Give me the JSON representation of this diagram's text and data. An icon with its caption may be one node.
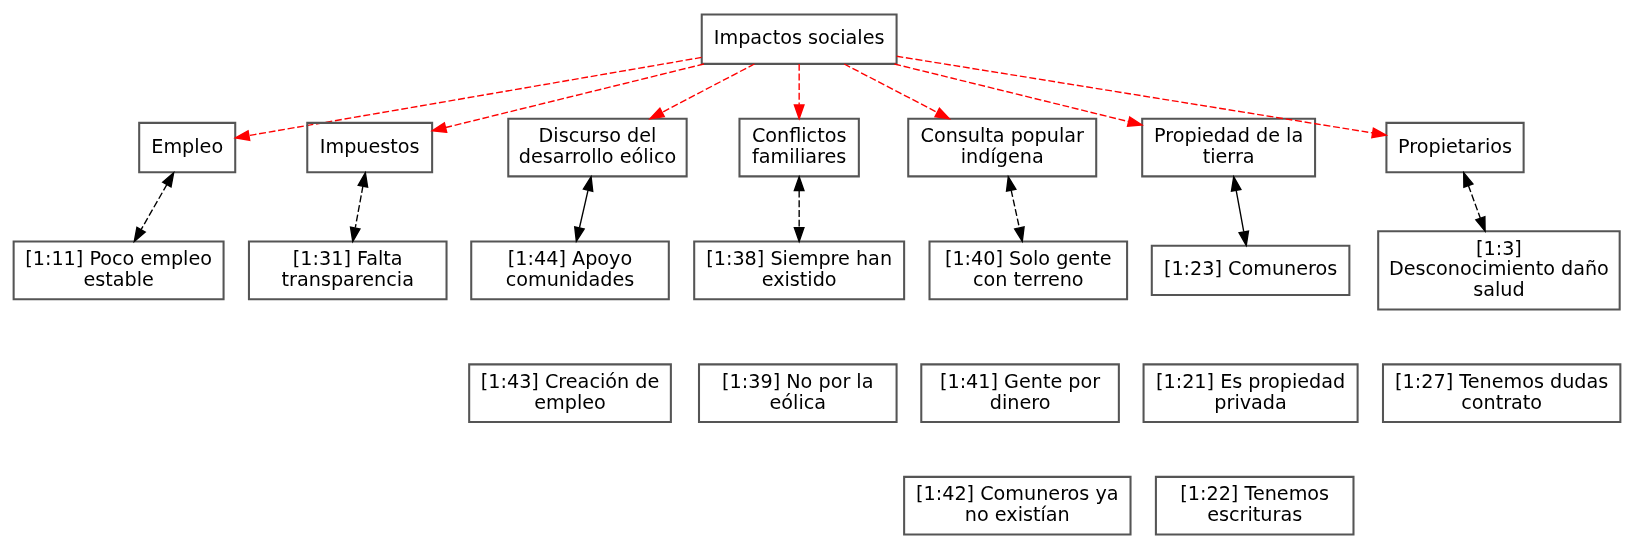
{
  "diagram": {
    "nodes": [
      {
        "text": [
          "Impactos sociales"
        ]
      },
      {
        "text": [
          "Empleo"
        ]
      },
      {
        "text": [
          "Impuestos"
        ]
      },
      {
        "text": [
          "Discurso del desarrollo eólico"
        ]
      },
      {
        "text": [
          "Conflictos familiares"
        ]
      },
      {
        "text": [
          "Consulta popular indígena"
        ]
      },
      {
        "text": [
          "Propiedad de la tierra"
        ]
      },
      {
        "text": [
          "Propietarios"
        ]
      },
      {
        "text": [
          "[1:11] Poco empleo estable"
        ]
      },
      {
        "text": [
          "[1:31] Falta transparencia"
        ]
      },
      {
        "text": [
          "[1:44] Apoyo comunidades"
        ]
      },
      {
        "text": [
          "[1:43] Creación de empleo"
        ]
      },
      {
        "text": [
          "[1:38] Siempre han existido"
        ]
      },
      {
        "text": [
          "[1:39] No por la eólica"
        ]
      },
      {
        "text": [
          "[1:40] Solo gente con terreno"
        ]
      },
      {
        "text": [
          "[1:41] Gente por dinero"
        ]
      },
      {
        "text": [
          "[1:42] Comuneros ya no existían"
        ]
      },
      {
        "text": [
          "[1:23] Comuneros"
        ]
      },
      {
        "text": [
          "[1:21] Es propiedad privada"
        ]
      },
      {
        "text": [
          "[1:22] Tenemos escrituras"
        ]
      },
      {
        "text": [
          "[1:3] Desconocimiento daño salud"
        ]
      },
      {
        "text": [
          "[1:27] Tenemos dudas contrato"
        ]
      }
    ],
    "edges": [
      {
        "from": 0,
        "to": 1,
        "arrow": "to",
        "style": "dashed"
      },
      {
        "from": 0,
        "to": 2,
        "arrow": "to",
        "style": "dashed"
      },
      {
        "from": 0,
        "to": 3,
        "arrow": "to",
        "style": "dashed"
      },
      {
        "from": 0,
        "to": 4,
        "arrow": "to",
        "style": "dashed"
      },
      {
        "from": 0,
        "to": 5,
        "arrow": "to",
        "style": "dashed"
      },
      {
        "from": 0,
        "to": 6,
        "arrow": "to",
        "style": "dashed"
      },
      {
        "from": 0,
        "to": 7,
        "arrow": "to",
        "style": "dashed"
      },
      {
        "from": 1,
        "to": 8,
        "arrow": "both",
        "style": "dashed",
        "color": "#000000"
      },
      {
        "from": 2,
        "to": 9,
        "arrow": "both",
        "style": "dashed",
        "color": "#000000"
      },
      {
        "from": 3,
        "to": 10,
        "arrow": "both",
        "color": "#000000"
      },
      {
        "from": 4,
        "to": 12,
        "arrow": "both",
        "style": "dashed",
        "color": "#000000"
      },
      {
        "from": 5,
        "to": 14,
        "arrow": "both",
        "style": "dashed",
        "color": "#000000"
      },
      {
        "from": 6,
        "to": 17,
        "arrow": "both",
        "color": "#000000"
      },
      {
        "from": 7,
        "to": 20,
        "arrow": "both",
        "style": "dashed",
        "color": "#000000"
      }
    ]
  }
}
